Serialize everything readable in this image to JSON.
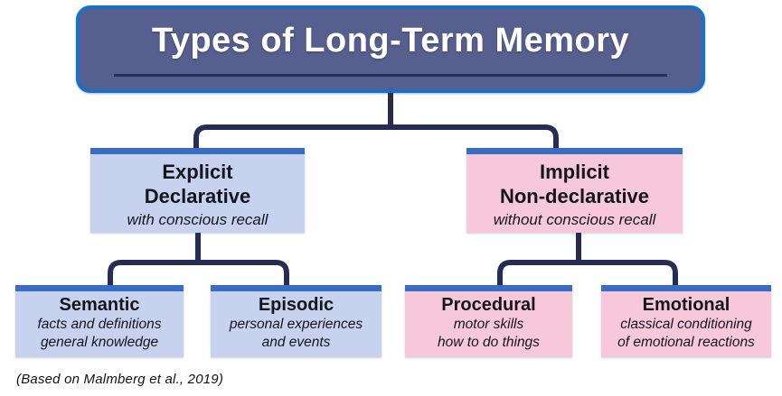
{
  "header": {
    "title": "Types of Long-Term Memory"
  },
  "branches": {
    "explicit": {
      "heading1": "Explicit",
      "heading2": "Declarative",
      "subtitle": "with conscious recall"
    },
    "implicit": {
      "heading1": "Implicit",
      "heading2": "Non-declarative",
      "subtitle": "without conscious recall"
    }
  },
  "leaves": {
    "semantic": {
      "heading": "Semantic",
      "line1": "facts and definitions",
      "line2": "general knowledge"
    },
    "episodic": {
      "heading": "Episodic",
      "line1": "personal experiences",
      "line2": "and events"
    },
    "procedural": {
      "heading": "Procedural",
      "line1": "motor skills",
      "line2": "how to do things"
    },
    "emotional": {
      "heading": "Emotional",
      "line1": "classical conditioning",
      "line2": "of emotional reactions"
    }
  },
  "caption": {
    "text": "(Based on Malmberg et al., 2019)"
  },
  "colors": {
    "title_fill": "#565f8e",
    "title_border": "#1b6fc4",
    "title_text": "#ffffff",
    "title_underline": "#2a3158",
    "blue_node_fill": "#c6d2ee",
    "pink_node_fill": "#f7c8da",
    "node_top_stripe": "#3a6cc3",
    "connector_line": "#252e52",
    "node_text": "#15151d"
  }
}
